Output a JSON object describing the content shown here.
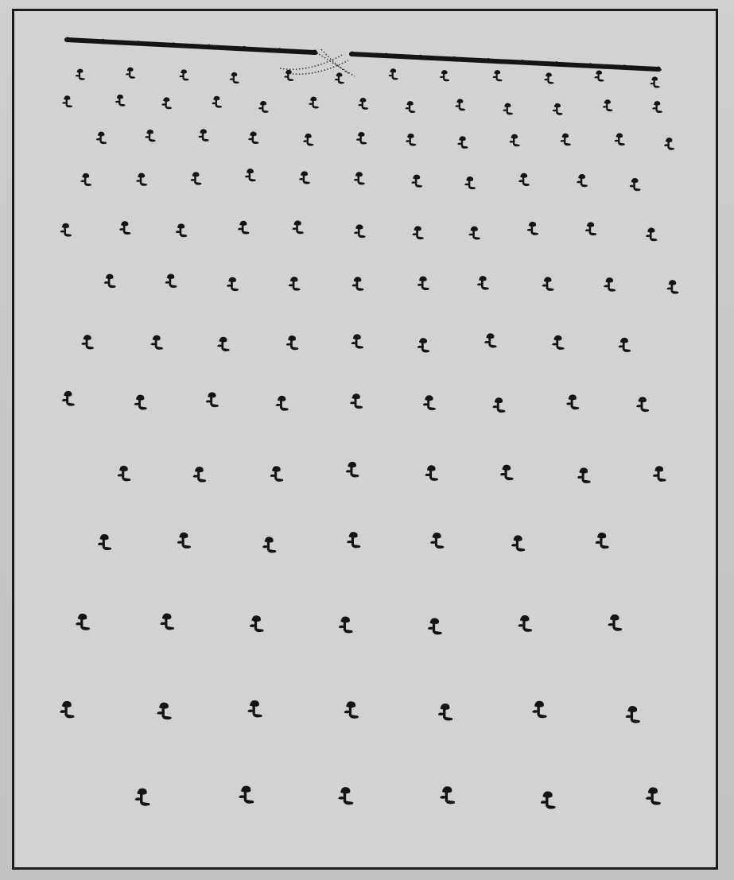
{
  "figure": {
    "description_kind": "diagram",
    "colors": {
      "background": "#c9c9c9",
      "paper": "#d2d2d2",
      "ink": "#141414",
      "dotted_lines": "#2a2a2a"
    },
    "icons": {
      "mark": "plant-sprout-icon",
      "bar_tick": "bar-tick-icon"
    },
    "bars": [
      {
        "name": "left-bar",
        "ticks": 8
      },
      {
        "name": "right-bar",
        "ticks": 10
      }
    ],
    "rows": [
      {
        "count": 12
      },
      {
        "count": 13
      },
      {
        "count": 12
      },
      {
        "count": 11
      },
      {
        "count": 11
      },
      {
        "count": 10
      },
      {
        "count": 9
      },
      {
        "count": 9
      },
      {
        "count": 8
      },
      {
        "count": 7
      },
      {
        "count": 7
      },
      {
        "count": 7
      },
      {
        "count": 6
      }
    ]
  }
}
